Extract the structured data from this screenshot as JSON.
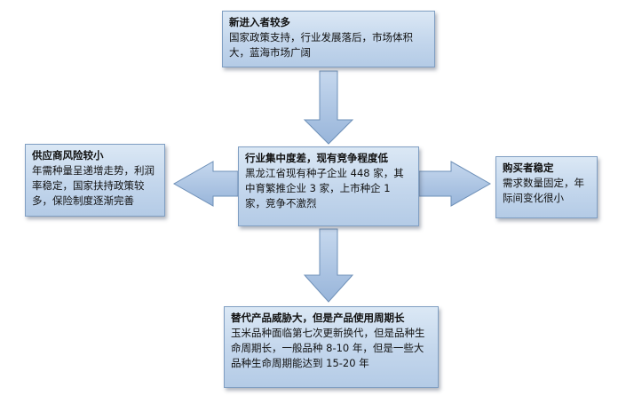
{
  "colors": {
    "box_fill_top": "#dbe8f5",
    "box_fill_bottom": "#b4cbe6",
    "box_border": "#7f9ec2",
    "arrow_fill": "#a9c2e2"
  },
  "boxes": {
    "new_entrants": {
      "title": "新进入者较多",
      "body": "国家政策支持，行业发展落后，市场体积大，蓝海市场广阔"
    },
    "supplier": {
      "title": "供应商风险较小",
      "body": "年需种量呈递增走势，利润率稳定，国家扶持政策较多，保险制度逐渐完善"
    },
    "industry": {
      "title": "行业集中度差，现有竞争程度低",
      "body": "黑龙江省现有种子企业 448 家，其中育繁推企业 3 家，上市种企 1 家，竞争不激烈"
    },
    "buyer": {
      "title": "购买者稳定",
      "body": "需求数量固定，年际间变化很小"
    },
    "substitute": {
      "title": "替代产品威胁大，但是产品使用周期长",
      "body": "玉米品种面临第七次更新换代，但是品种生命周期长，一般品种 8-10 年，但是一些大品种生命周期能达到 15-20 年"
    }
  }
}
